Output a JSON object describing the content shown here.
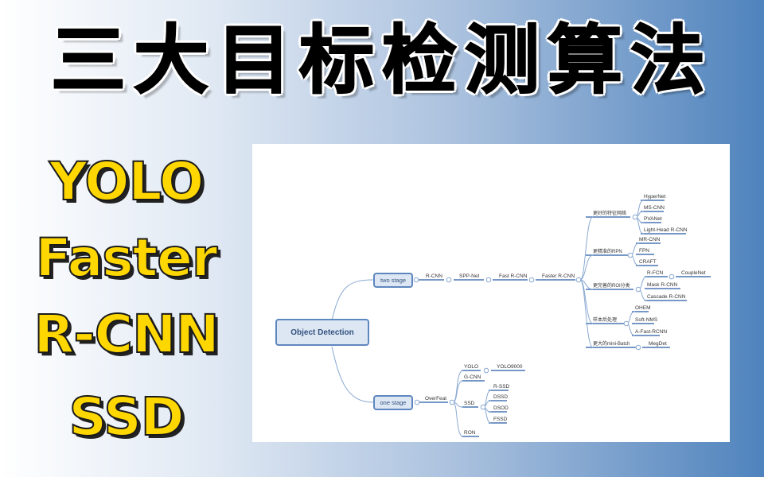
{
  "title": "三大目标检测算法",
  "side_words": [
    "YOLO",
    "Faster",
    "R-CNN",
    "SSD"
  ],
  "colors": {
    "title_text": "#000000",
    "side_text": "#ffd700",
    "node_fill": "#dde7f4",
    "node_border": "#5f87bf",
    "line": "#4a77b4",
    "bg_right": "#4f83bd"
  },
  "mindmap": {
    "root": "Object Detection",
    "two_stage": {
      "label": "two stage",
      "chain": [
        "R-CNN",
        "SPP-Net",
        "Fast R-CNN",
        "Faster R-CNN"
      ],
      "branches": [
        {
          "label": "更好的特征网络",
          "children": [
            "HyperNet",
            "MS-CNN",
            "PVANet",
            "Light-Head R-CNN"
          ]
        },
        {
          "label": "更精准的RPN",
          "children": [
            "MR-CNN",
            "FPN",
            "CRAFT"
          ]
        },
        {
          "label": "更完善的ROI分类",
          "children": [
            "R-FCN",
            "Mask R-CNN",
            "Cascade R-CNN"
          ],
          "sub": {
            "R-FCN": "CoupleNet"
          }
        },
        {
          "label": "样本后处理",
          "children": [
            "OHEM",
            "Soft-NMS",
            "A-Fast-RCNN"
          ]
        },
        {
          "label": "更大的mini-Batch",
          "children": [
            "MegDet"
          ]
        }
      ]
    },
    "one_stage": {
      "label": "one stage",
      "first": "OverFeat",
      "children": [
        "YOLO",
        "G-CNN",
        "SSD",
        "RON"
      ],
      "yolo_child": "YOLO9000",
      "ssd_children": [
        "R-SSD",
        "DSSD",
        "DSOD",
        "FSSD"
      ]
    }
  }
}
